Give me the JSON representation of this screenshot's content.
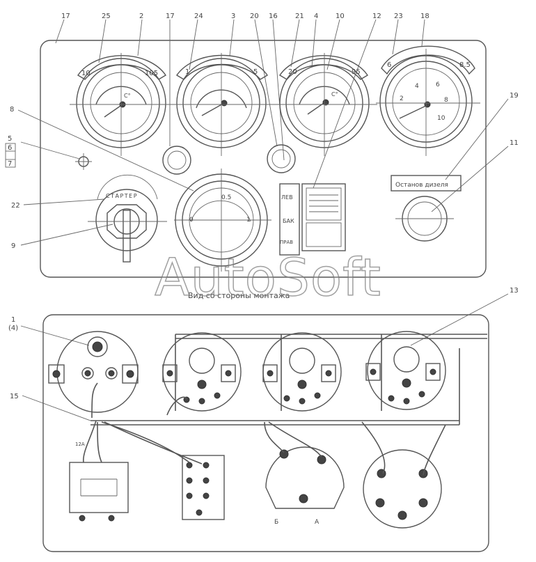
{
  "callouts_top": [
    "17",
    "25",
    "2",
    "17",
    "24",
    "3",
    "20",
    "16",
    "21",
    "4",
    "10",
    "12",
    "23",
    "18"
  ],
  "callouts_left": [
    "8",
    "5",
    "6",
    "7",
    "22",
    "9"
  ],
  "callouts_right": [
    "19",
    "11"
  ],
  "callouts_bottom": [
    "1",
    "(4)",
    "15",
    "13"
  ],
  "gauges": [
    {
      "scale_left": "10",
      "scale_right": "105",
      "unit": "C°"
    },
    {
      "scale_left": "1",
      "scale_right": "5",
      "unit": ""
    },
    {
      "scale_left": "20",
      "scale_right": "95",
      "unit": "C°"
    },
    {
      "scale_left": "6",
      "scale_right": "8.5",
      "unit": ""
    }
  ],
  "tacho_ticks": [
    "2",
    "4",
    "6",
    "8",
    "10"
  ],
  "ammeter": {
    "mid": "0.5",
    "left": "0",
    "right": "1"
  },
  "starter_label": "СТАРТЕР",
  "fuel_switch": {
    "top": "ЛЕВ",
    "mid": "БАК",
    "bottom": "ПРАВ"
  },
  "stop_label": "Останов дизеля",
  "caption": "Вид со стороны монтажа",
  "terminals": {
    "a": "Б",
    "b": "А"
  },
  "wire_label": "12А",
  "watermark": "AutoSoft"
}
